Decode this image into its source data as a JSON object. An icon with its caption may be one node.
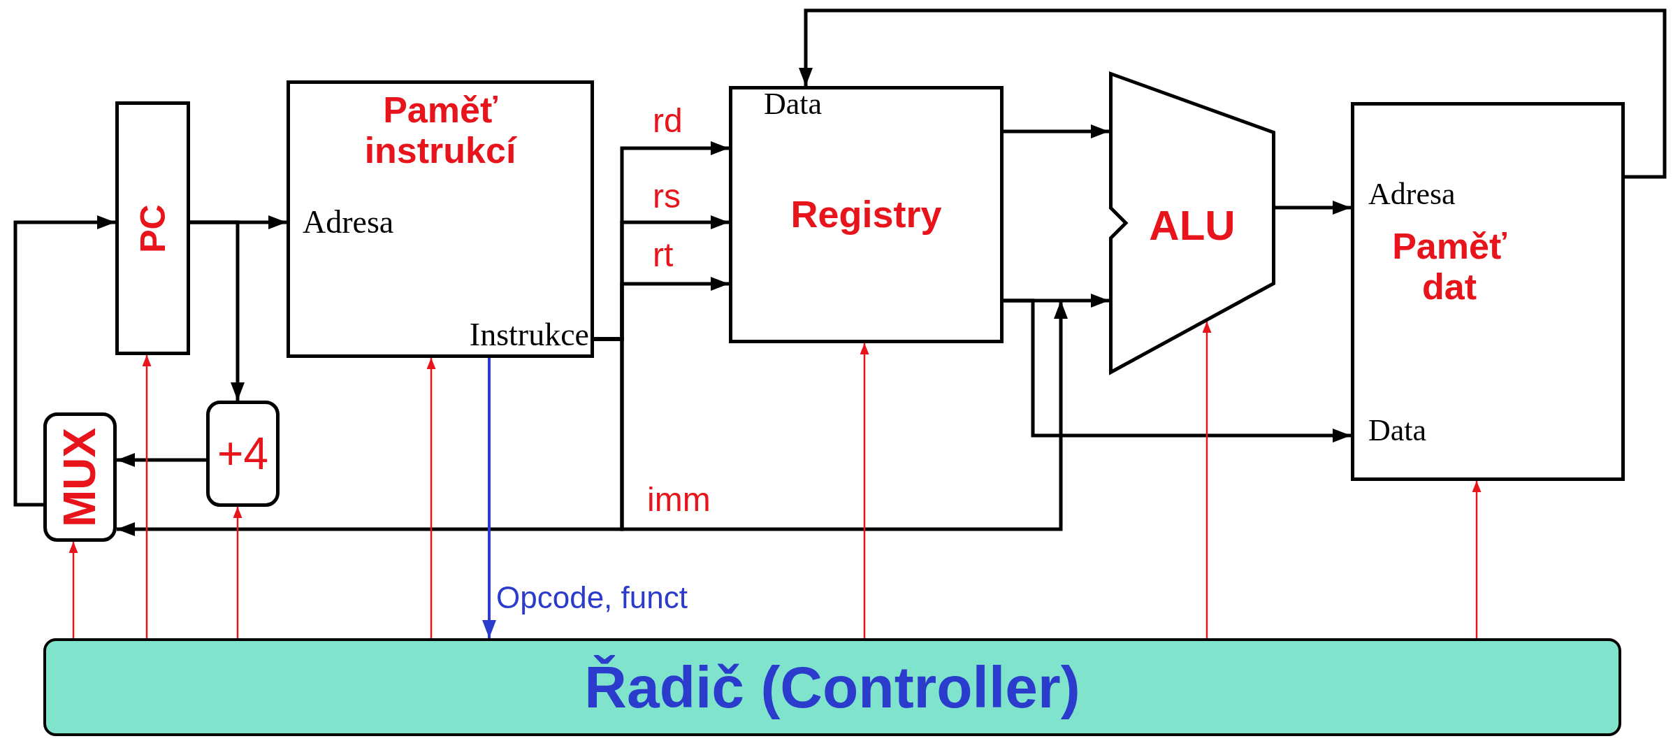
{
  "diagram": {
    "nodes": [
      {
        "text": [
          "PC"
        ]
      },
      {
        "text": [
          "Paměť instrukcí",
          "Adresa",
          "Instrukce"
        ]
      },
      {
        "text": [
          "Data",
          "Registry"
        ]
      },
      {
        "text": [
          "ALU"
        ]
      },
      {
        "text": [
          "Adresa",
          "Paměť dat",
          "Data"
        ]
      },
      {
        "text": [
          "MUX"
        ]
      },
      {
        "text": [
          "+4"
        ]
      },
      {
        "text": [
          "Řadič (Controller)"
        ]
      }
    ],
    "edges": [
      {
        "from": 0,
        "to": 1,
        "arrow": "to"
      },
      {
        "from": 0,
        "to": 6,
        "arrow": "to"
      },
      {
        "from": 6,
        "to": 5,
        "arrow": "to"
      },
      {
        "from": 5,
        "to": 0,
        "arrow": "to"
      },
      {
        "from": 1,
        "to": 2,
        "arrow": "to",
        "label": "rd"
      },
      {
        "from": 1,
        "to": 2,
        "arrow": "to",
        "label": "rs"
      },
      {
        "from": 1,
        "to": 2,
        "arrow": "to",
        "label": "rt"
      },
      {
        "from": 1,
        "to": 3,
        "arrow": "to",
        "label": "imm"
      },
      {
        "from": 1,
        "to": 5,
        "arrow": "to"
      },
      {
        "from": 2,
        "to": 3,
        "arrow": "to"
      },
      {
        "from": 2,
        "to": 3,
        "arrow": "to"
      },
      {
        "from": 2,
        "to": 4,
        "arrow": "to"
      },
      {
        "from": 3,
        "to": 4,
        "arrow": "to"
      },
      {
        "from": 4,
        "to": 2,
        "arrow": "to"
      },
      {
        "from": 1,
        "to": 7,
        "arrow": "to",
        "label": "Opcode, funct",
        "color": "#2b3ccc"
      },
      {
        "from": 7,
        "to": 5,
        "arrow": "to",
        "color": "#e8141b"
      },
      {
        "from": 7,
        "to": 0,
        "arrow": "to",
        "color": "#e8141b"
      },
      {
        "from": 7,
        "to": 6,
        "arrow": "to",
        "color": "#e8141b"
      },
      {
        "from": 7,
        "to": 1,
        "arrow": "to",
        "color": "#e8141b"
      },
      {
        "from": 7,
        "to": 2,
        "arrow": "to",
        "color": "#e8141b"
      },
      {
        "from": 7,
        "to": 3,
        "arrow": "to",
        "color": "#e8141b"
      },
      {
        "from": 7,
        "to": 4,
        "arrow": "to",
        "color": "#e8141b"
      }
    ]
  }
}
